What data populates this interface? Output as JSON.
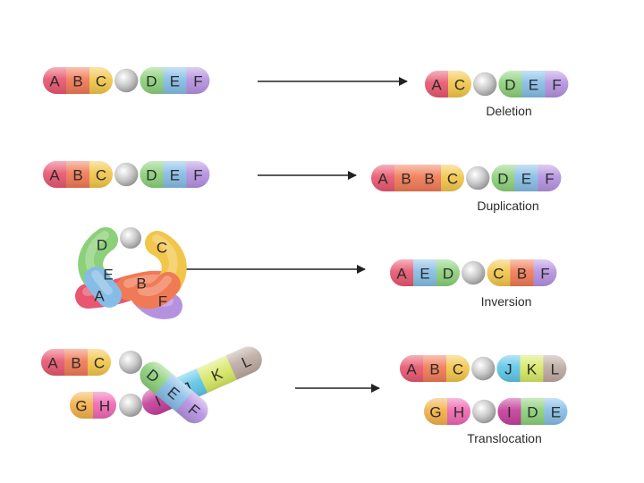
{
  "rows": [
    {
      "id": "deletion",
      "caption": "Deletion",
      "before": {
        "left_arm": [
          "A",
          "B",
          "C"
        ],
        "right_arm": [
          "D",
          "E",
          "F"
        ]
      },
      "after": {
        "left_arm": [
          "A",
          "C"
        ],
        "right_arm": [
          "D",
          "E",
          "F"
        ]
      }
    },
    {
      "id": "duplication",
      "caption": "Duplication",
      "before": {
        "left_arm": [
          "A",
          "B",
          "C"
        ],
        "right_arm": [
          "D",
          "E",
          "F"
        ]
      },
      "after": {
        "left_arm": [
          "A",
          "B",
          "B",
          "C"
        ],
        "right_arm": [
          "D",
          "E",
          "F"
        ]
      }
    },
    {
      "id": "inversion",
      "caption": "Inversion",
      "before": {
        "loop_labels": [
          "D",
          "C",
          "E",
          "B",
          "A",
          "F"
        ]
      },
      "after": {
        "left_arm": [
          "A",
          "E",
          "D"
        ],
        "right_arm": [
          "C",
          "B",
          "F"
        ]
      }
    },
    {
      "id": "translocation",
      "caption": "Translocation",
      "before": {
        "chromosome_1": {
          "left_arm": [
            "A",
            "B",
            "C"
          ],
          "right_arm": [
            "D",
            "E",
            "F"
          ]
        },
        "chromosome_2": {
          "left_arm": [
            "G",
            "H"
          ],
          "right_arm": [
            "I",
            "J",
            "K",
            "L"
          ]
        }
      },
      "after": {
        "chromosome_1": {
          "left_arm": [
            "A",
            "B",
            "C"
          ],
          "right_arm": [
            "J",
            "K",
            "L"
          ]
        },
        "chromosome_2": {
          "left_arm": [
            "G",
            "H"
          ],
          "right_arm": [
            "I",
            "D",
            "E"
          ]
        }
      }
    }
  ],
  "gene_colors": {
    "A": "#e8576f",
    "B": "#f07a55",
    "C": "#f2c64a",
    "D": "#8cd07a",
    "E": "#86bde6",
    "F": "#b592e0",
    "G": "#f3b049",
    "H": "#ee68b2",
    "I": "#c43f9a",
    "J": "#5fc6e8",
    "K": "#d7e865",
    "L": "#bcaaa0"
  },
  "centromere_color": "#c7c7c7",
  "arrow_color": "#222222"
}
